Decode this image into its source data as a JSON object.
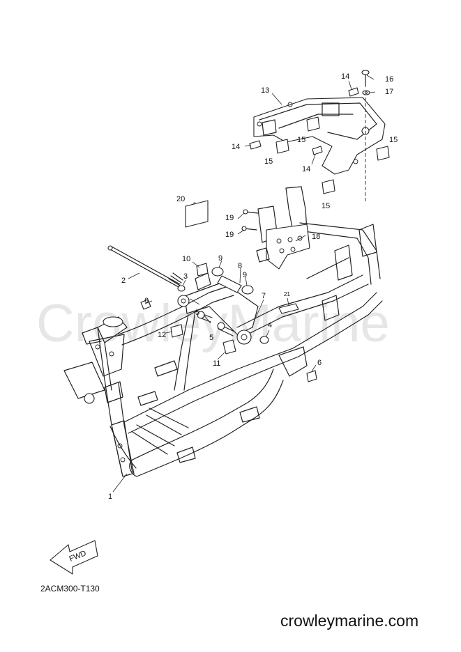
{
  "diagram": {
    "watermark": "CrowleyMarine",
    "drawing_code": "2ACM300-T130",
    "website": "crowleymarine.com",
    "fwd_label": "FWD",
    "callouts": {
      "c1": "1",
      "c2": "2",
      "c3": "3",
      "c4": "4",
      "c5": "5",
      "c6a": "6",
      "c6b": "6",
      "c7": "7",
      "c8": "8",
      "c9a": "9",
      "c9b": "9",
      "c10": "10",
      "c11": "11",
      "c12": "12",
      "c13": "13",
      "c14a": "14",
      "c14b": "14",
      "c14c": "14",
      "c15a": "15",
      "c15b": "15",
      "c15c": "15",
      "c15d": "15",
      "c16": "16",
      "c17": "17",
      "c18": "18",
      "c19a": "19",
      "c19b": "19",
      "c20": "20",
      "c21": "21"
    }
  }
}
